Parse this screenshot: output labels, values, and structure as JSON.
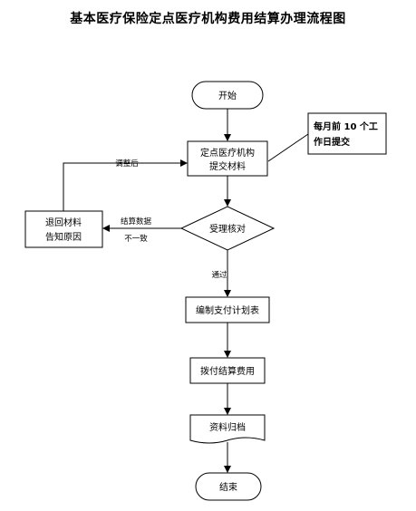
{
  "title": "基本医疗保险定点医疗机构费用结算办理流程图",
  "nodes": {
    "start": "开始",
    "submit_line1": "定点医疗机构",
    "submit_line2": "提交材料",
    "review": "受理核对",
    "return_line1": "退回材料",
    "return_line2": "告知原因",
    "plan": "编制支付计划表",
    "pay": "拨付结算费用",
    "archive": "资料归档",
    "end": "结束"
  },
  "annotation": {
    "line1": "每月前 10 个工",
    "line2": "作日提交"
  },
  "edges": {
    "adjust": "调整后",
    "mismatch_line1": "结算数据",
    "mismatch_line2": "不一致",
    "pass": "通过"
  }
}
